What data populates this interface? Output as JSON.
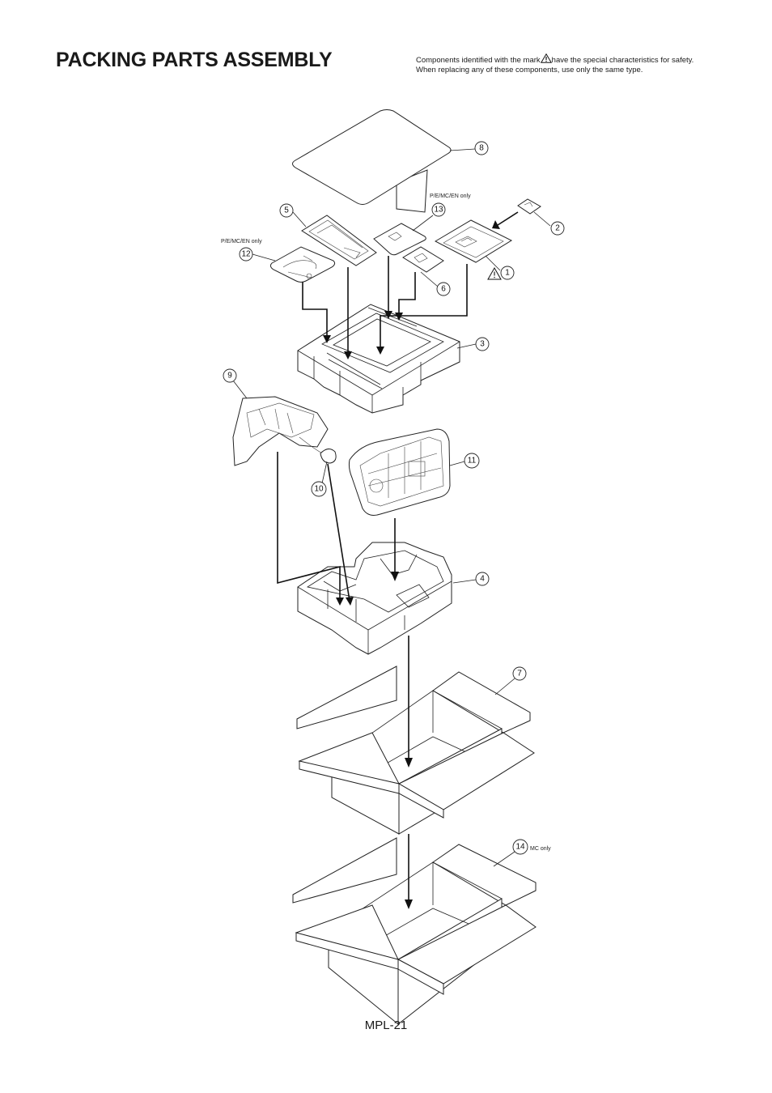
{
  "header": {
    "title": "PACKING PARTS ASSEMBLY",
    "safety_line1_a": "Components identified with the mark",
    "safety_line1_b": "have the special characteristics for safety.",
    "safety_line2": "When replacing any of these components, use only the same type."
  },
  "callouts": {
    "c1": "1",
    "c2": "2",
    "c3": "3",
    "c4": "4",
    "c5": "5",
    "c6": "6",
    "c7": "7",
    "c8": "8",
    "c9": "9",
    "c10": "10",
    "c11": "11",
    "c12": "12",
    "c13": "13",
    "c14": "14"
  },
  "notes": {
    "n13": "P/E/MC/EN only",
    "n12": "P/E/MC/EN only",
    "n14": "MC only"
  },
  "icons": {
    "safety": "warning-triangle-icon"
  },
  "footer": {
    "page_number": "MPL-21"
  }
}
